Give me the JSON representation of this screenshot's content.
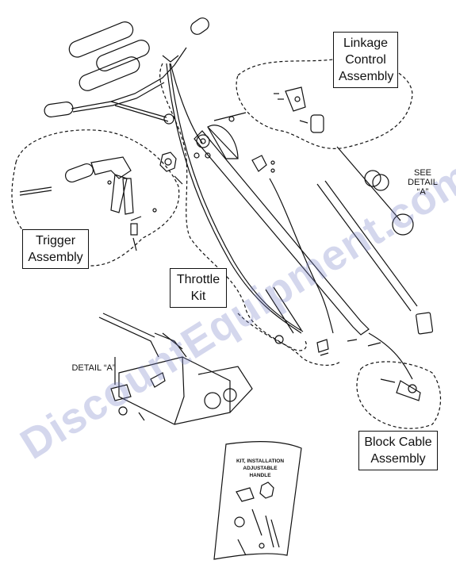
{
  "labels": {
    "linkage": [
      "Linkage",
      "Control",
      "Assembly"
    ],
    "trigger": [
      "Trigger",
      "Assembly"
    ],
    "throttle": [
      "Throttle",
      "Kit"
    ],
    "block_cable": [
      "Block Cable",
      "Assembly"
    ],
    "see_detail": [
      "SEE",
      "DETAIL",
      "“A”"
    ],
    "detail_a": "DETAIL “A”"
  },
  "kit_sheet": [
    "KIT, INSTALLATION",
    "ADJUSTABLE",
    "HANDLE"
  ],
  "watermark": "DiscountEquipment.com",
  "colors": {
    "line": "#111111",
    "watermark": "#7882c8"
  }
}
